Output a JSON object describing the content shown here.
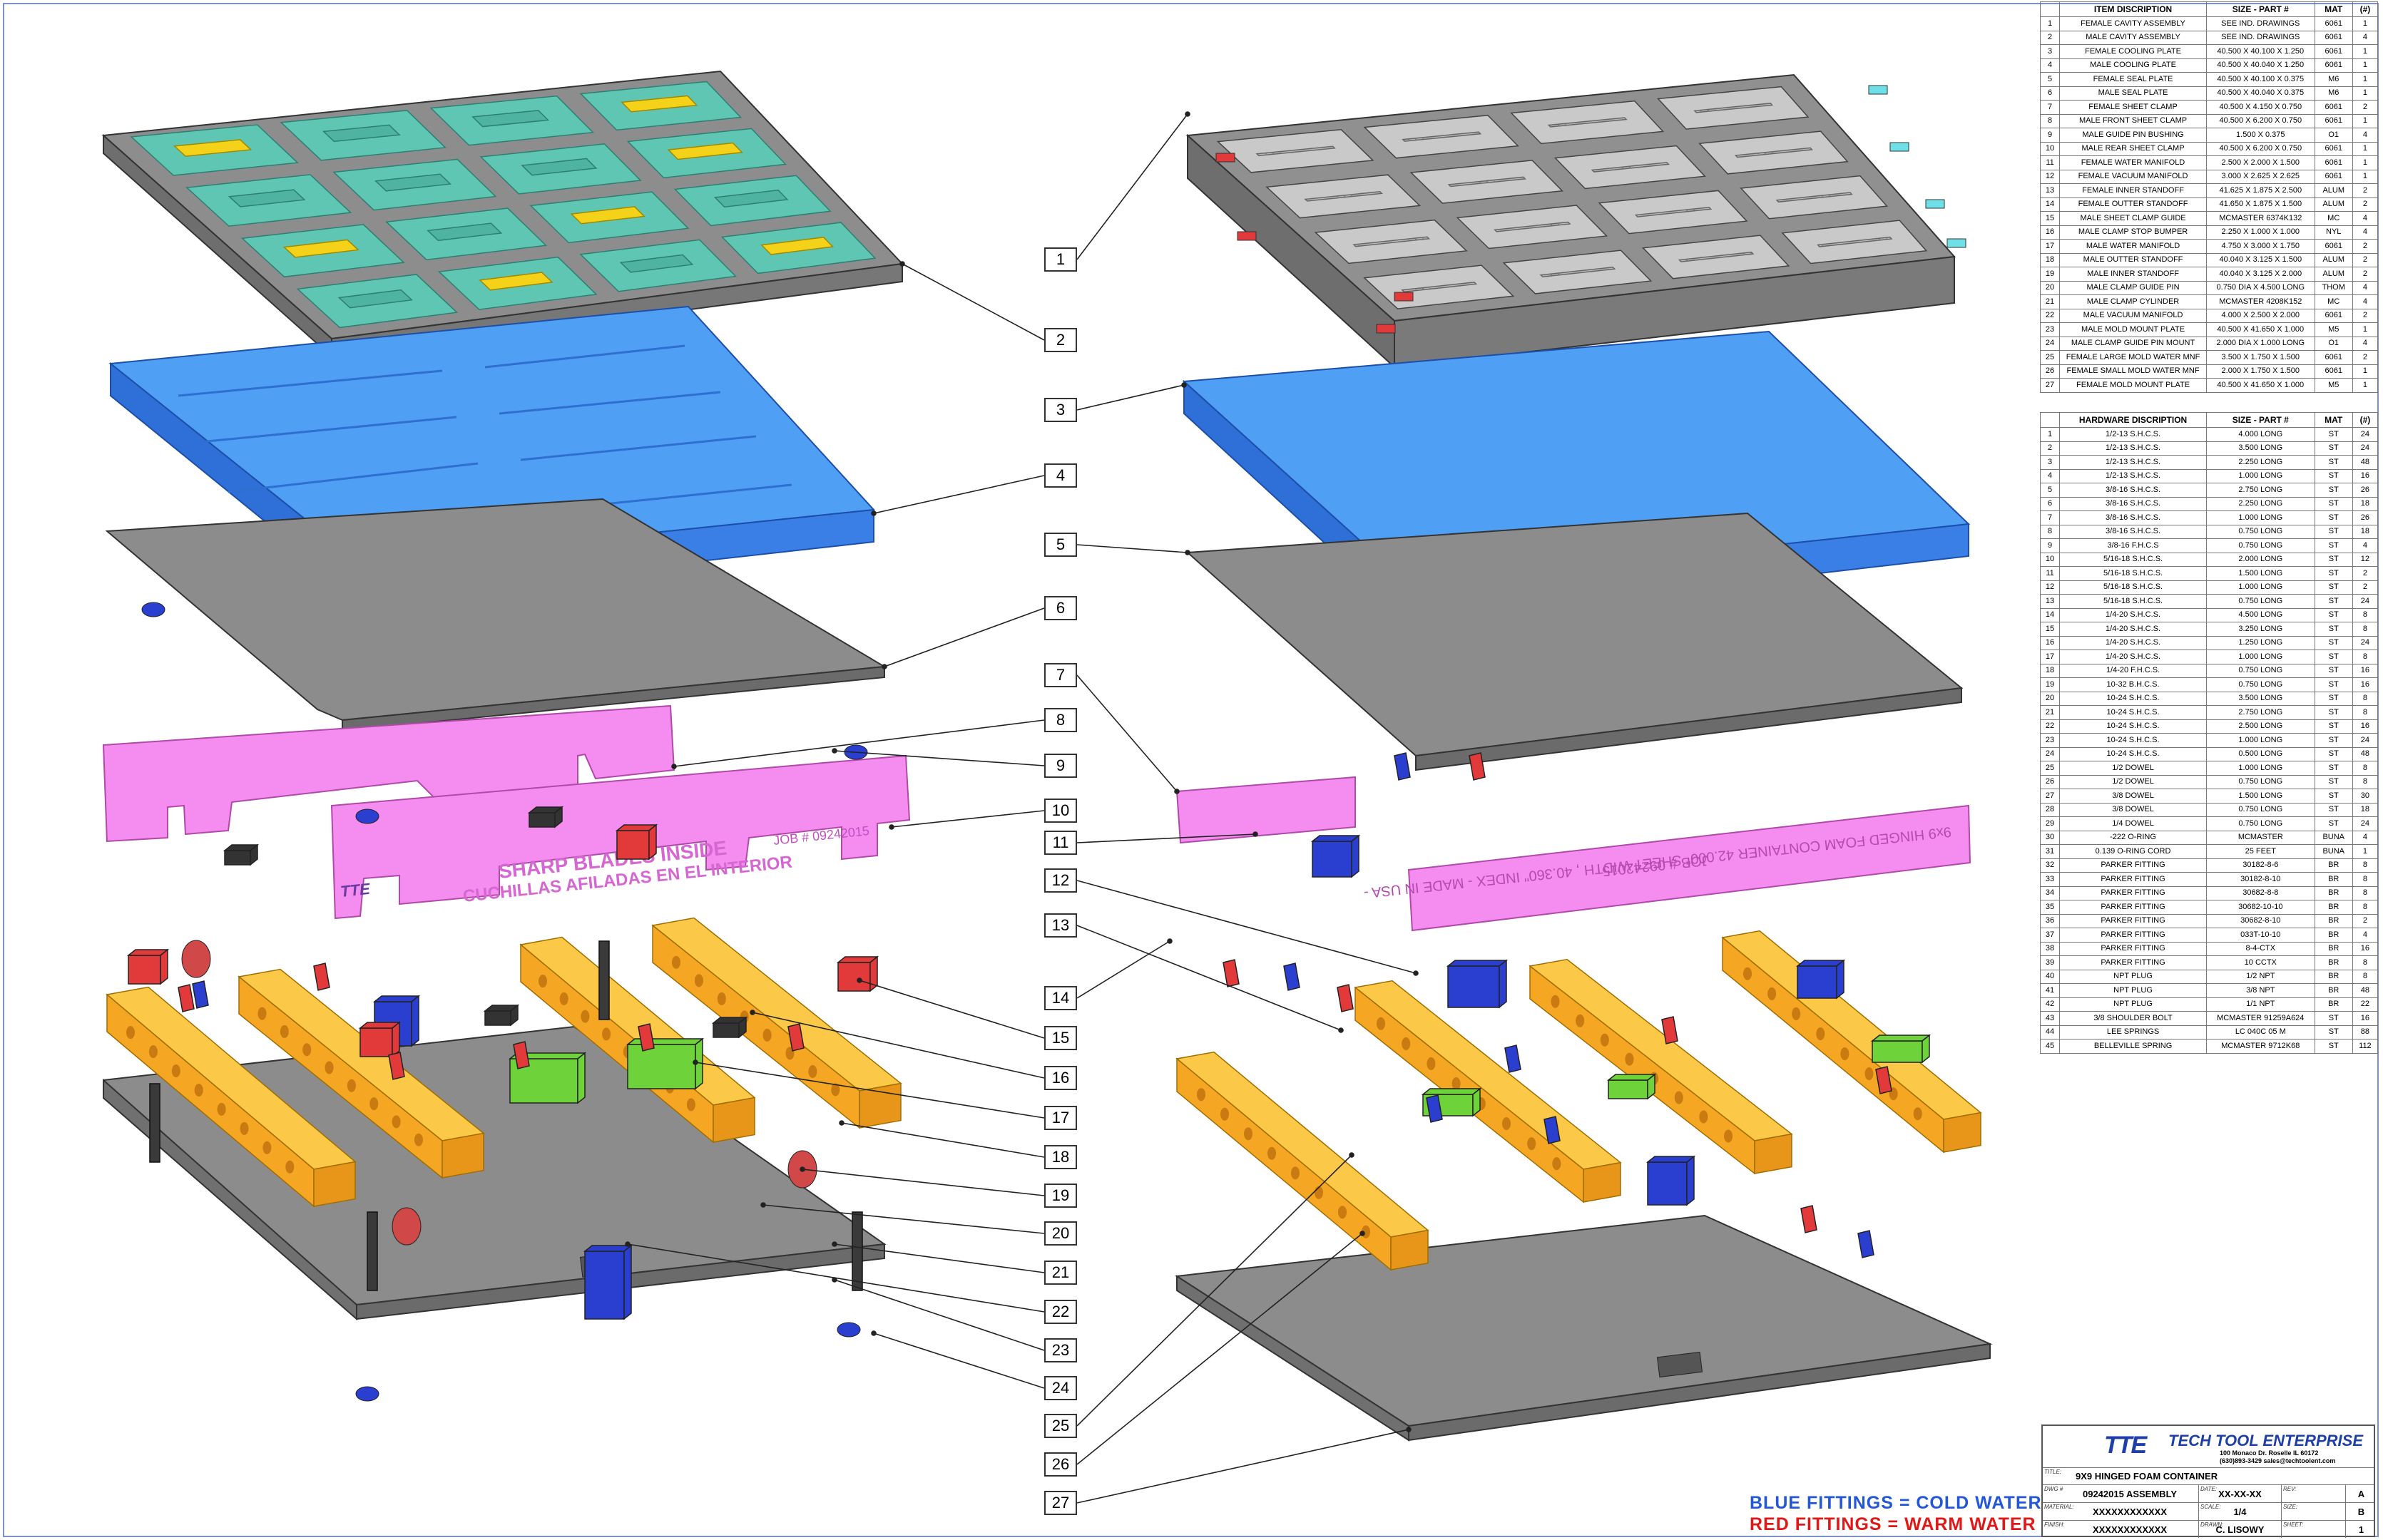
{
  "item_table": {
    "headers": [
      "",
      "ITEM DISCRIPTION",
      "SIZE - PART #",
      "MAT",
      "(#)"
    ],
    "rows": [
      [
        "1",
        "FEMALE CAVITY ASSEMBLY",
        "SEE IND. DRAWINGS",
        "6061",
        "1"
      ],
      [
        "2",
        "MALE CAVITY ASSEMBLY",
        "SEE IND. DRAWINGS",
        "6061",
        "4"
      ],
      [
        "3",
        "FEMALE COOLING PLATE",
        "40.500 X 40.100 X 1.250",
        "6061",
        "1"
      ],
      [
        "4",
        "MALE COOLING PLATE",
        "40.500 X 40.040 X 1.250",
        "6061",
        "1"
      ],
      [
        "5",
        "FEMALE SEAL PLATE",
        "40.500 X 40.100 X 0.375",
        "M6",
        "1"
      ],
      [
        "6",
        "MALE SEAL PLATE",
        "40.500 X 40.040 X 0.375",
        "M6",
        "1"
      ],
      [
        "7",
        "FEMALE SHEET CLAMP",
        "40.500 X 4.150 X 0.750",
        "6061",
        "2"
      ],
      [
        "8",
        "MALE FRONT SHEET CLAMP",
        "40.500 X 6.200 X 0.750",
        "6061",
        "1"
      ],
      [
        "9",
        "MALE GUIDE PIN BUSHING",
        "1.500 X 0.375",
        "O1",
        "4"
      ],
      [
        "10",
        "MALE REAR SHEET CLAMP",
        "40.500 X 6.200 X 0.750",
        "6061",
        "1"
      ],
      [
        "11",
        "FEMALE WATER MANIFOLD",
        "2.500 X 2.000 X 1.500",
        "6061",
        "1"
      ],
      [
        "12",
        "FEMALE VACUUM MANIFOLD",
        "3.000 X 2.625 X 2.625",
        "6061",
        "1"
      ],
      [
        "13",
        "FEMALE INNER STANDOFF",
        "41.625 X 1.875 X 2.500",
        "ALUM",
        "2"
      ],
      [
        "14",
        "FEMALE OUTTER STANDOFF",
        "41.650 X 1.875 X 1.500",
        "ALUM",
        "2"
      ],
      [
        "15",
        "MALE SHEET CLAMP GUIDE",
        "MCMASTER 6374K132",
        "MC",
        "4"
      ],
      [
        "16",
        "MALE CLAMP STOP BUMPER",
        "2.250 X 1.000 X 1.000",
        "NYL",
        "4"
      ],
      [
        "17",
        "MALE WATER MANIFOLD",
        "4.750 X 3.000 X 1.750",
        "6061",
        "2"
      ],
      [
        "18",
        "MALE OUTTER STANDOFF",
        "40.040 X 3.125 X 1.500",
        "ALUM",
        "2"
      ],
      [
        "19",
        "MALE INNER STANDOFF",
        "40.040 X 3.125 X 2.000",
        "ALUM",
        "2"
      ],
      [
        "20",
        "MALE CLAMP GUIDE PIN",
        "0.750 DIA X 4.500 LONG",
        "THOM",
        "4"
      ],
      [
        "21",
        "MALE CLAMP CYLINDER",
        "MCMASTER 4208K152",
        "MC",
        "4"
      ],
      [
        "22",
        "MALE VACUUM MANIFOLD",
        "4.000 X 2.500 X 2.000",
        "6061",
        "2"
      ],
      [
        "23",
        "MALE MOLD MOUNT PLATE",
        "40.500 X 41.650 X 1.000",
        "M5",
        "1"
      ],
      [
        "24",
        "MALE CLAMP GUIDE PIN MOUNT",
        "2.000 DIA X 1.000 LONG",
        "O1",
        "4"
      ],
      [
        "25",
        "FEMALE LARGE MOLD WATER MNF",
        "3.500 X 1.750 X 1.500",
        "6061",
        "2"
      ],
      [
        "26",
        "FEMALE SMALL MOLD WATER MNF",
        "2.000 X 1.750 X 1.500",
        "6061",
        "1"
      ],
      [
        "27",
        "FEMALE MOLD MOUNT PLATE",
        "40.500 X 41.650 X 1.000",
        "M5",
        "1"
      ]
    ]
  },
  "hardware_table": {
    "headers": [
      "",
      "HARDWARE DISCRIPTION",
      "SIZE - PART #",
      "MAT",
      "(#)"
    ],
    "rows": [
      [
        "1",
        "1/2-13 S.H.C.S.",
        "4.000 LONG",
        "ST",
        "24"
      ],
      [
        "2",
        "1/2-13 S.H.C.S.",
        "3.500 LONG",
        "ST",
        "24"
      ],
      [
        "3",
        "1/2-13 S.H.C.S.",
        "2.250 LONG",
        "ST",
        "48"
      ],
      [
        "4",
        "1/2-13 S.H.C.S.",
        "1.000 LONG",
        "ST",
        "16"
      ],
      [
        "5",
        "3/8-16 S.H.C.S.",
        "2.750 LONG",
        "ST",
        "26"
      ],
      [
        "6",
        "3/8-16 S.H.C.S.",
        "2.250 LONG",
        "ST",
        "18"
      ],
      [
        "7",
        "3/8-16 S.H.C.S.",
        "1.000 LONG",
        "ST",
        "26"
      ],
      [
        "8",
        "3/8-16 S.H.C.S.",
        "0.750 LONG",
        "ST",
        "18"
      ],
      [
        "9",
        "3/8-16 F.H.C.S",
        "0.750 LONG",
        "ST",
        "4"
      ],
      [
        "10",
        "5/16-18 S.H.C.S.",
        "2.000 LONG",
        "ST",
        "12"
      ],
      [
        "11",
        "5/16-18 S.H.C.S.",
        "1.500 LONG",
        "ST",
        "2"
      ],
      [
        "12",
        "5/16-18 S.H.C.S.",
        "1.000 LONG",
        "ST",
        "2"
      ],
      [
        "13",
        "5/16-18 S.H.C.S.",
        "0.750 LONG",
        "ST",
        "24"
      ],
      [
        "14",
        "1/4-20 S.H.C.S.",
        "4.500 LONG",
        "ST",
        "8"
      ],
      [
        "15",
        "1/4-20 S.H.C.S.",
        "3.250 LONG",
        "ST",
        "8"
      ],
      [
        "16",
        "1/4-20 S.H.C.S.",
        "1.250 LONG",
        "ST",
        "24"
      ],
      [
        "17",
        "1/4-20 S.H.C.S.",
        "1.000 LONG",
        "ST",
        "8"
      ],
      [
        "18",
        "1/4-20 F.H.C.S.",
        "0.750 LONG",
        "ST",
        "16"
      ],
      [
        "19",
        "10-32 B.H.C.S.",
        "0.750 LONG",
        "ST",
        "16"
      ],
      [
        "20",
        "10-24 S.H.C.S.",
        "3.500 LONG",
        "ST",
        "8"
      ],
      [
        "21",
        "10-24 S.H.C.S.",
        "2.750 LONG",
        "ST",
        "8"
      ],
      [
        "22",
        "10-24 S.H.C.S.",
        "2.500 LONG",
        "ST",
        "16"
      ],
      [
        "23",
        "10-24 S.H.C.S.",
        "1.000 LONG",
        "ST",
        "24"
      ],
      [
        "24",
        "10-24 S.H.C.S.",
        "0.500 LONG",
        "ST",
        "48"
      ],
      [
        "25",
        "1/2 DOWEL",
        "1.000 LONG",
        "ST",
        "8"
      ],
      [
        "26",
        "1/2 DOWEL",
        "0.750 LONG",
        "ST",
        "8"
      ],
      [
        "27",
        "3/8 DOWEL",
        "1.500 LONG",
        "ST",
        "30"
      ],
      [
        "28",
        "3/8 DOWEL",
        "0.750 LONG",
        "ST",
        "18"
      ],
      [
        "29",
        "1/4 DOWEL",
        "0.750 LONG",
        "ST",
        "24"
      ],
      [
        "30",
        "-222 O-RING",
        "MCMASTER",
        "BUNA",
        "4"
      ],
      [
        "31",
        "0.139 O-RING CORD",
        "25 FEET",
        "BUNA",
        "1"
      ],
      [
        "32",
        "PARKER FITTING",
        "30182-8-6",
        "BR",
        "8"
      ],
      [
        "33",
        "PARKER FITTING",
        "30182-8-10",
        "BR",
        "8"
      ],
      [
        "34",
        "PARKER FITTING",
        "30682-8-8",
        "BR",
        "8"
      ],
      [
        "35",
        "PARKER FITTING",
        "30682-10-10",
        "BR",
        "8"
      ],
      [
        "36",
        "PARKER FITTING",
        "30682-8-10",
        "BR",
        "2"
      ],
      [
        "37",
        "PARKER FITTING",
        "033T-10-10",
        "BR",
        "4"
      ],
      [
        "38",
        "PARKER FITTING",
        "8-4-CTX",
        "BR",
        "16"
      ],
      [
        "39",
        "PARKER FITTING",
        "10 CCTX",
        "BR",
        "8"
      ],
      [
        "40",
        "NPT PLUG",
        "1/2 NPT",
        "BR",
        "8"
      ],
      [
        "41",
        "NPT PLUG",
        "3/8 NPT",
        "BR",
        "48"
      ],
      [
        "42",
        "NPT PLUG",
        "1/1 NPT",
        "BR",
        "22"
      ],
      [
        "43",
        "3/8 SHOULDER BOLT",
        "MCMASTER 91259A624",
        "ST",
        "16"
      ],
      [
        "44",
        "LEE SPRINGS",
        "LC 040C 05 M",
        "ST",
        "88"
      ],
      [
        "45",
        "BELLEVILLE SPRING",
        "MCMASTER 9712K68",
        "ST",
        "112"
      ]
    ]
  },
  "balloons": [
    "1",
    "2",
    "3",
    "4",
    "5",
    "6",
    "7",
    "8",
    "9",
    "10",
    "11",
    "12",
    "13",
    "14",
    "15",
    "16",
    "17",
    "18",
    "19",
    "20",
    "21",
    "22",
    "23",
    "24",
    "25",
    "26",
    "27"
  ],
  "parts_text": {
    "male_rear_clamp_line1": "SHARP BLADES INSIDE",
    "male_rear_clamp_line2": "CUCHILLAS AFILADAS EN EL INTERIOR",
    "male_rear_clamp_job": "JOB # 09242015",
    "female_clamp_line": "9x9 HINGED FOAM CONTAINER   42.000\" SHEET WIDTH , 40.360\" INDEX - MADE IN USA -",
    "female_clamp_job": "JOB # 09242015",
    "logo_mark": "TTE"
  },
  "legend": {
    "blue": "BLUE FITTINGS = COLD WATER IN",
    "red": "RED FITTINGS = WARM WATER OUT"
  },
  "title_block": {
    "company": "TECH TOOL ENTERPRISE",
    "address": "100 Monaco Dr.   Roselle IL 60172",
    "contact": "(630)893-3429  sales@techtoolent.com",
    "title_label": "TITLE:",
    "title": "9X9 HINGED FOAM CONTAINER",
    "dwg_label": "DWG #",
    "dwg": "09242015 ASSEMBLY",
    "date_label": "DATE:",
    "date": "XX-XX-XX",
    "rev_label": "REV:",
    "rev": "A",
    "material_label": "MATERIAL:",
    "material": "XXXXXXXXXXXX",
    "scale_label": "SCALE:",
    "scale": "1/4",
    "size_label": "SIZE:",
    "size": "B",
    "finish_label": "FINISH:",
    "finish": "XXXXXXXXXXXX",
    "drawn_label": "DRAWN:",
    "drawn": "C. LISOWY",
    "sheet_label": "SHEET:",
    "sheet": "1"
  },
  "colors": {
    "cooling_plate": "#4f9ff5",
    "cooling_plate_edge": "#2f6fd8",
    "seal_plate": "#8a8a8a",
    "clamp_pink": "#f58cef",
    "standoff_yellow": "#fbb52a",
    "manifold_green": "#6ed23a",
    "cavity_teal": "#5fc6b4",
    "insert_yellow": "#f5d21a",
    "legend_blue": "#2357d8",
    "legend_red": "#e01818",
    "company_blue": "#1f3fa8"
  }
}
